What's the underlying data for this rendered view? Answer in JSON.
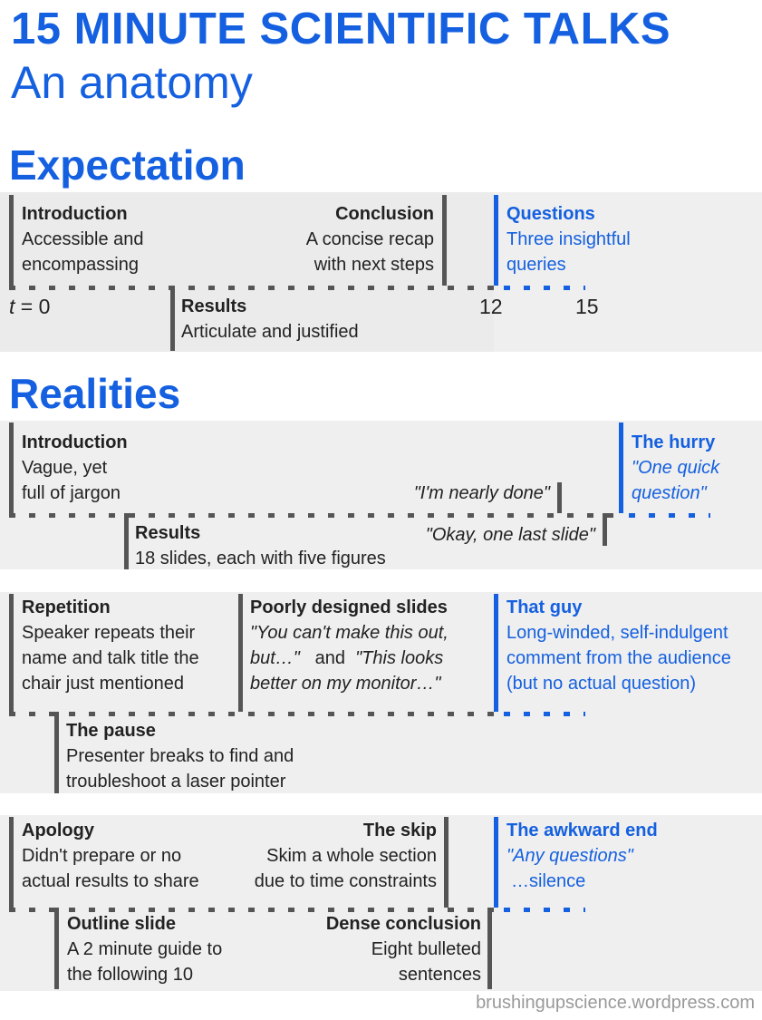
{
  "title": "15 MINUTE SCIENTIFIC TALKS",
  "subtitle": "An anatomy",
  "expectation": {
    "heading": "Expectation",
    "introduction": {
      "title": "Introduction",
      "line1": "Accessible and",
      "line2": "encompassing"
    },
    "conclusion": {
      "title": "Conclusion",
      "line1": "A concise recap",
      "line2": "with next steps"
    },
    "questions": {
      "title": "Questions",
      "line1": "Three insightful",
      "line2": "queries"
    },
    "results": {
      "title": "Results",
      "line1": "Articulate and justified"
    },
    "ticks": {
      "t_italic": "t",
      "t_rest": " = 0",
      "twelve": "12",
      "fifteen": "15"
    }
  },
  "realities": {
    "heading": "Realities",
    "block1": {
      "introduction": {
        "title": "Introduction",
        "line1": "Vague, yet",
        "line2": "full of jargon"
      },
      "nearly_done": "\"I'm nearly done\"",
      "last_slide": "\"Okay, one last slide\"",
      "hurry": {
        "title": "The hurry",
        "line1": "\"One quick",
        "line2": "question\""
      },
      "results": {
        "title": "Results",
        "line1": "18 slides, each with five figures"
      }
    },
    "block2": {
      "repetition": {
        "title": "Repetition",
        "line1": "Speaker repeats their",
        "line2": "name and talk title the",
        "line3": "chair just mentioned"
      },
      "poor_slides": {
        "title": "Poorly designed slides",
        "line1": "\"You can't make this out,",
        "line2a": "but…\"",
        "line2b": "   and  ",
        "line2c": "\"This looks",
        "line3": "better on my monitor…\""
      },
      "that_guy": {
        "title": "That guy",
        "line1": "Long-winded, self-indulgent",
        "line2": "comment from the audience",
        "line3": "(but no actual question)"
      },
      "pause": {
        "title": "The pause",
        "line1": "Presenter breaks to find and",
        "line2": "troubleshoot a laser pointer"
      }
    },
    "block3": {
      "apology": {
        "title": "Apology",
        "line1": "Didn't prepare or no",
        "line2": "actual results to share"
      },
      "skip": {
        "title": "The skip",
        "line1": "Skim a whole section",
        "line2": "due to time constraints"
      },
      "awkward": {
        "title": "The awkward end",
        "line1": "\"Any questions\"",
        "line2": "…silence"
      },
      "outline": {
        "title": "Outline slide",
        "line1": "A 2 minute guide to",
        "line2": "the following 10"
      },
      "dense": {
        "title": "Dense conclusion",
        "line1": "Eight bulleted",
        "line2": "sentences"
      }
    }
  },
  "credit": "brushingupscience.wordpress.com",
  "colors": {
    "accent": "#1460e0",
    "bar": "#555555",
    "panel": "#efefef"
  }
}
